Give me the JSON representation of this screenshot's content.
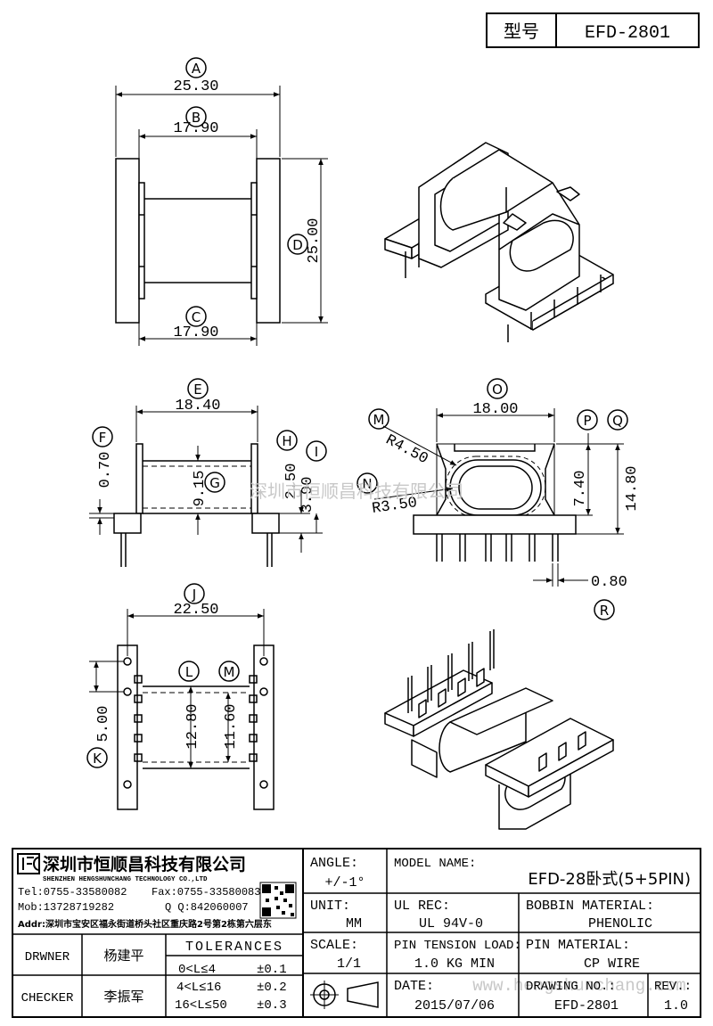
{
  "header": {
    "model_label": "型号",
    "model_value": "EFD-2801"
  },
  "views": {
    "top": {
      "A": "A",
      "A_dim": "25.30",
      "B": "B",
      "B_dim": "17.90",
      "C": "C",
      "C_dim": "17.90",
      "D": "D",
      "D_dim": "25.00"
    },
    "side": {
      "E": "E",
      "E_dim": "18.40",
      "F": "F",
      "F_dim": "0.70",
      "G": "G",
      "G_dim": "9.15",
      "H": "H",
      "H_dim": "2.50",
      "I": "I",
      "I_dim": "3.90"
    },
    "front": {
      "O": "O",
      "O_dim": "18.00",
      "M": "M",
      "M_dim": "R4.50",
      "N": "N",
      "N_dim": "R3.50",
      "P": "P",
      "P_dim": "7.40",
      "Q": "Q",
      "Q_dim": "14.80",
      "R": "R",
      "R_dim": "0.80"
    },
    "bottom": {
      "J": "J",
      "J_dim": "22.50",
      "K": "K",
      "K_dim": "5.00",
      "L": "L",
      "L_dim": "12.80",
      "M": "M",
      "M_dim": "11.60"
    }
  },
  "watermarks": {
    "company": "深圳市恒顺昌科技有限公司",
    "site": "www.hengshunchang.com"
  },
  "company": {
    "name_cn": "深圳市恒顺昌科技有限公司",
    "name_en": "SHENZHEN HENGSHUNCHANG TECHNOLOGY CO.,LTD",
    "tel": "Tel:0755-33580082",
    "fax": "Fax:0755-33580083",
    "mob": "Mob:13728719282",
    "qq": "Q Q:842060007",
    "addr": "Addr:深圳市宝安区福永街道桥头社区重庆路2号第2栋第六层东"
  },
  "title_block": {
    "angle_label": "ANGLE:",
    "angle_value": "+/-1°",
    "model_name_label": "MODEL NAME:",
    "model_name_value": "EFD-28卧式(5+5PIN)",
    "unit_label": "UNIT:",
    "unit_value": "MM",
    "ul_label": "UL REC:",
    "ul_value": "UL 94V-0",
    "bobbin_label": "BOBBIN MATERIAL:",
    "bobbin_value": "PHENOLIC",
    "drawer_label": "DRWNER",
    "drawer_value": "杨建平",
    "tolerances_label": "TOLERANCES",
    "scale_label": "SCALE:",
    "scale_value": "1/1",
    "pin_tension_label": "PIN TENSION LOAD:",
    "pin_tension_value": "1.0 KG MIN",
    "pin_material_label": "PIN MATERIAL:",
    "pin_material_value": "CP WIRE",
    "tol_rows": [
      {
        "range": "0<L≤4",
        "tol": "±0.1"
      },
      {
        "range": "4<L≤16",
        "tol": "±0.2"
      },
      {
        "range": "16<L≤50",
        "tol": "±0.3"
      }
    ],
    "checker_label": "CHECKER",
    "checker_value": "李振军",
    "date_label": "DATE:",
    "date_value": "2015/07/06",
    "drawing_no_label": "DRAWING NO.:",
    "drawing_no_value": "EFD-2801",
    "rev_label": "REV.:",
    "rev_value": "1.0"
  }
}
